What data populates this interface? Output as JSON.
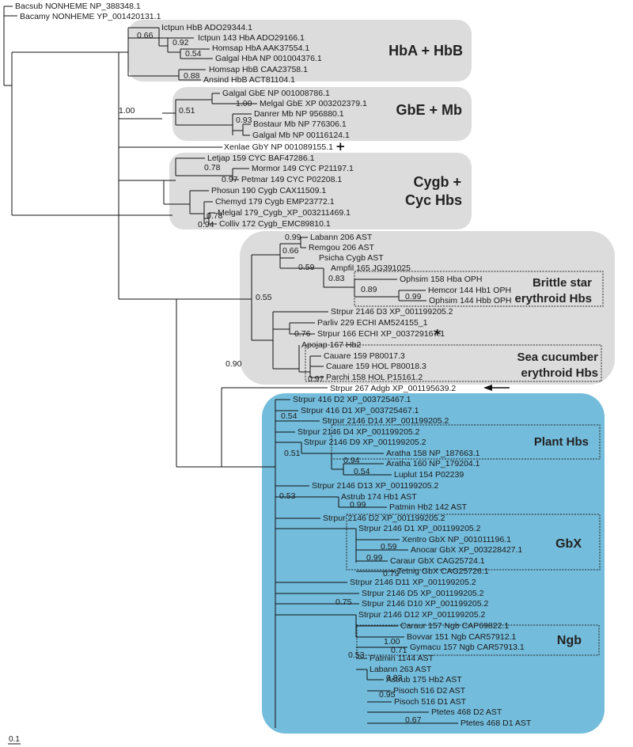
{
  "colors": {
    "grey_box": "#dcdcdc",
    "blue_box": "#74bcdb",
    "branch": "#111111"
  },
  "groups": {
    "hba_hbb": "HbA + HbB",
    "gbe_mb": "GbE + Mb",
    "cygb_line1": "Cygb +",
    "cygb_line2": "Cyc Hbs",
    "brittle_line1": "Brittle star",
    "brittle_line2": "erythroid Hbs",
    "seacuc_line1": "Sea cucumber",
    "seacuc_line2": "erythroid Hbs",
    "plant": "Plant Hbs",
    "gbx": "GbX",
    "ngb": "Ngb"
  },
  "markers": {
    "cross": "+",
    "asterisk": "*",
    "arrow": "arrow-left-icon"
  },
  "scale_label": "0.1",
  "leaves": {
    "bacsub": "Bacsub NONHEME NP_388348.1",
    "bacamy": "Bacamy NONHEME YP_001420131.1",
    "ictpun_hbb": "Ictpun HbB ADO29344.1",
    "ictpun_143": "Ictpun 143 HbA ADO29166.1",
    "homsap_hba": "Homsap HbA AAK37554.1",
    "galgal_hba": "Galgal HbA NP 001004376.1",
    "homsap_hbb": "Homsap HbB CAA23758.1",
    "ansind_hbb": "Ansind HbB ACT81104.1",
    "galgal_gbe": "Galgal GbE NP 001008786.1",
    "melgal_gbe": "Melgal GbE XP 003202379.1",
    "danrer_mb": "Danrer Mb NP 956880.1",
    "bostaur_mb": "Bostaur Mb NP 776306.1",
    "galgal_mb": "Galgal Mb NP 00116124.1",
    "xenlae_gby": "Xenlae GbY NP 001089155.1",
    "letjap": "Letjap 159 CYC BAF47286.1",
    "mormor": "Mormor 149 CYC P21197.1",
    "petmar": "Petmar 149 CYC P02208.1",
    "phosun": "Phosun 190 Cygb CAX11509.1",
    "chemyd": "Chemyd 179 Cygb EMP23772.1",
    "melgal_cygb": "Melgal 179_Cygb_XP_003211469.1",
    "colliv": "Colliv 172 Cygb_EMC89810.1",
    "labann_206": "Labann 206 AST",
    "remgou": "Remgou 206 AST",
    "psicha": "Psicha Cygb AST",
    "ampfil": "Ampfil 165 JG391025",
    "ophsim_158": "Ophsim 158 Hba OPH",
    "hemcor": "Hemcor 144 Hb1 OPH",
    "ophsim_144": "Ophsim 144 Hbb OPH",
    "strpur_d3": "Strpur 2146 D3 XP_001199205.2",
    "parliv": "Parliv 229 ECHI AM524155_1",
    "strpur_166": "Strpur 166 ECHI XP_003729167.1",
    "apojap": "Apojap 167 Hb2",
    "cauare_p": "Cauare 159 P80017.3",
    "cauare_hol": "Cauare 159 HOL P80018.3",
    "parchi": "Parchi 158 HOL P15161.2",
    "strpur_267": "Strpur 267 Adgb XP_001195639.2",
    "strpur_416d2": "Strpur 416 D2 XP_003725467.1",
    "strpur_416d1": "Strpur 416 D1 XP_003725467.1",
    "strpur_d14": "Strpur 2146 D14 XP_001199205.2",
    "strpur_d4": "Strpur 2146 D4 XP_001199205.2",
    "strpur_d9": "Strpur 2146 D9 XP_001199205.2",
    "aratha_158": "Aratha 158 NP_187663.1",
    "aratha_160": "Aratha 160 NP_179204.1",
    "luplut": "Luplut 154 P02239",
    "strpur_d13": "Strpur 2146 D13 XP_001199205.2",
    "astrub_hb1": "Astrub 174 Hb1 AST",
    "patmin_hb2": "Patmin Hb2 142 AST",
    "strpur_d2": "Strpur 2146 D2 XP_001199205.2",
    "strpur_d1": "Strpur 2146 D1 XP_001199205.2",
    "xentro_gbx": "Xentro GbX NP_001011196.1",
    "anocar_gbx": "Anocar GbX XP_003228427.1",
    "caraur_gbx": "Caraur GbX CAG25724.1",
    "tetnig_gbx": "Tetnig GbX CAG25726.1",
    "strpur_d11": "Strpur 2146 D11 XP_001199205.2",
    "strpur_d5": "Strpur 2146 D5 XP_001199205.2",
    "strpur_d10": "Strpur 2146 D10 XP_001199205.2",
    "strpur_d12": "Strpur 2146 D12 XP_001199205.2",
    "caraur_ngb": "Caraur 157 Ngb CAP69822.1",
    "bovvar_ngb": "Bovvar 151 Ngb CAR57912.1",
    "gymacu_ngb": "Gymacu 157 Ngb CAR57913.1",
    "patmin_1144": "Patmin 1144 AST",
    "labann_263": "Labann 263 AST",
    "astrub_hb2": "Astrub 175 Hb2 AST",
    "pisoch_d2": "Pisoch 516 D2 AST",
    "pisoch_d1": "Pisoch 516 D1 AST",
    "ptetes_d2": "Ptetes 468 D2 AST",
    "ptetes_d1": "Ptetes 468 D1 AST"
  },
  "supports": {
    "s_066": "0.66",
    "s_092": "0.92",
    "s_054a": "0.54",
    "s_088": "0.88",
    "s_100a": "1.00",
    "s_051a": "0.51",
    "s_100b": "1.00",
    "s_093": "0.93",
    "s_078a": "0.78",
    "s_097a": "0.97",
    "s_078b": "0.78",
    "s_094a": "0.94",
    "s_099a": "0.99",
    "s_066b": "0.66",
    "s_059a": "0.59",
    "s_083": "0.83",
    "s_089": "0.89",
    "s_099b": "0.99",
    "s_055": "0.55",
    "s_076": "0.76",
    "s_097b": "0.97",
    "s_090": "0.90",
    "s_054b": "0.54",
    "s_051b": "0.51",
    "s_094b": "0.94",
    "s_054c": "0.54",
    "s_053a": "0.53",
    "s_099c": "0.99",
    "s_059b": "0.59",
    "s_099d": "0.99",
    "s_079": "0.79",
    "s_075": "0.75",
    "s_100c": "1.00",
    "s_071": "0.71",
    "s_053b": "0.53",
    "s_083b": "0.83",
    "s_095": "0.95",
    "s_067": "0.67"
  }
}
